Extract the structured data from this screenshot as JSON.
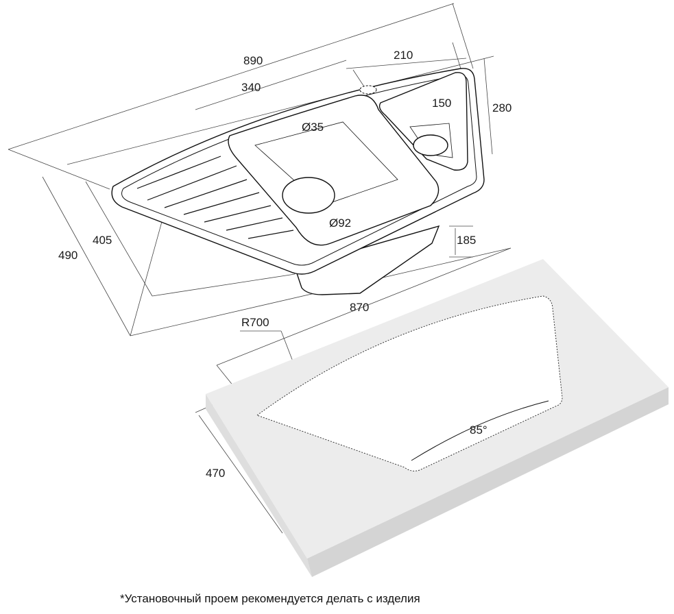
{
  "dimensions": {
    "overall_length": "890",
    "main_bowl_width": "340",
    "small_bowl_width": "210",
    "small_bowl_depth_outer": "280",
    "small_bowl_depth_inner": "150",
    "tap_hole": "Ø35",
    "drain": "Ø92",
    "bowl_depth": "185",
    "inner_depth": "405",
    "overall_depth": "490",
    "cutout_length": "870",
    "cutout_radius": "R700",
    "cutout_angle": "85°",
    "cutout_depth": "470"
  },
  "footnote": "*Установочный проем рекомендуется делать с изделия"
}
